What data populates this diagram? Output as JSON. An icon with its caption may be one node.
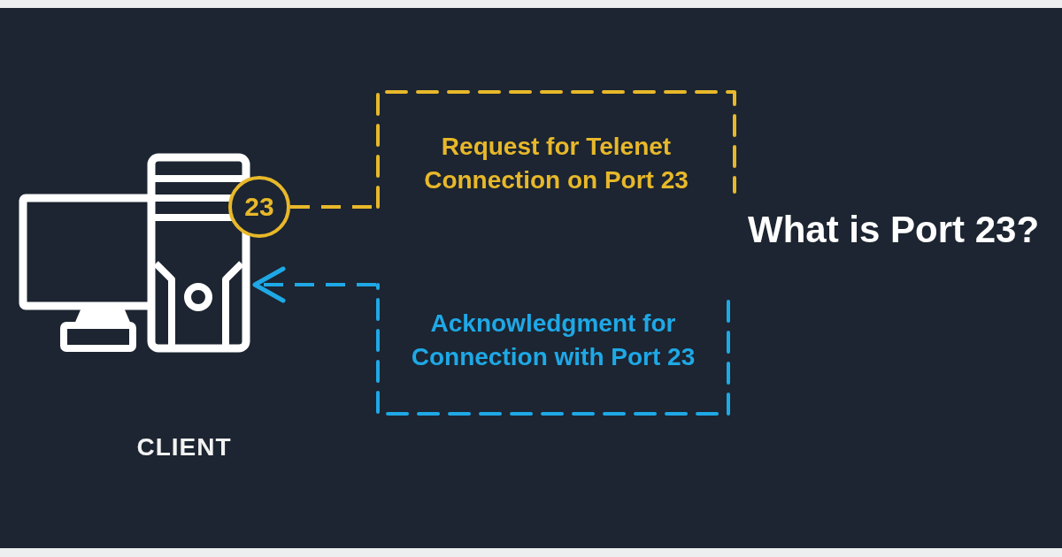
{
  "diagram": {
    "title": "What is Port 23?",
    "nodes": [
      {
        "text": [],
        "shape": "picture",
        "beside": [
          "CLIENT"
        ]
      },
      {
        "text": [
          "23"
        ]
      },
      {
        "text": [
          "Request for Telenet Connection on Port 23"
        ]
      },
      {
        "text": [
          "Acknowledgment for Connection with Port 23"
        ]
      }
    ],
    "edges": [
      {
        "from": 1,
        "to": 2,
        "arrow": "none",
        "style": "dashed",
        "color": "#e8b82a"
      },
      {
        "from": 3,
        "to": 0,
        "arrow": "to",
        "style": "dashed",
        "color": "#1fa8e6"
      }
    ]
  }
}
